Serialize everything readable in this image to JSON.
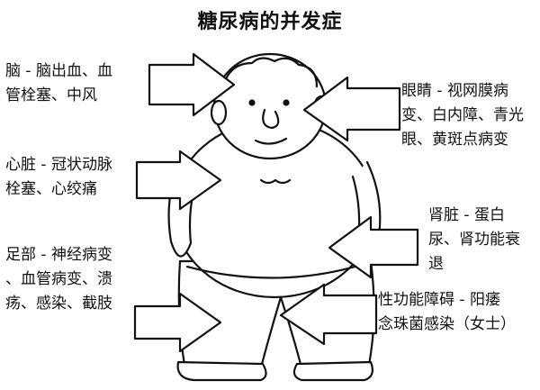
{
  "title": "糖尿病的并发症",
  "complications": [
    {
      "id": "brain",
      "lines": [
        "脑 - 脑出血、血",
        "管栓塞、中风"
      ]
    },
    {
      "id": "eyes",
      "lines": [
        "眼睛 - 视网膜病",
        "变、白内障、青光",
        "眼、黄斑点病变"
      ]
    },
    {
      "id": "heart",
      "lines": [
        "心脏 - 冠状动脉",
        "栓塞、心绞痛"
      ]
    },
    {
      "id": "kidney",
      "lines": [
        "肾脏 - 蛋白",
        "尿、肾功能衰",
        "退"
      ]
    },
    {
      "id": "feet",
      "lines": [
        "足部 - 神经病变",
        "、血管病变、溃",
        "疡、感染、截肢"
      ]
    },
    {
      "id": "sexual",
      "lines": [
        "性功能障碍 - 阳痿",
        "念珠菌感染（女士）"
      ]
    }
  ],
  "colors": {
    "ink": "#111111",
    "paper": "#ffffff"
  },
  "icons": [
    "arrow-icon",
    "figure-illustration"
  ]
}
